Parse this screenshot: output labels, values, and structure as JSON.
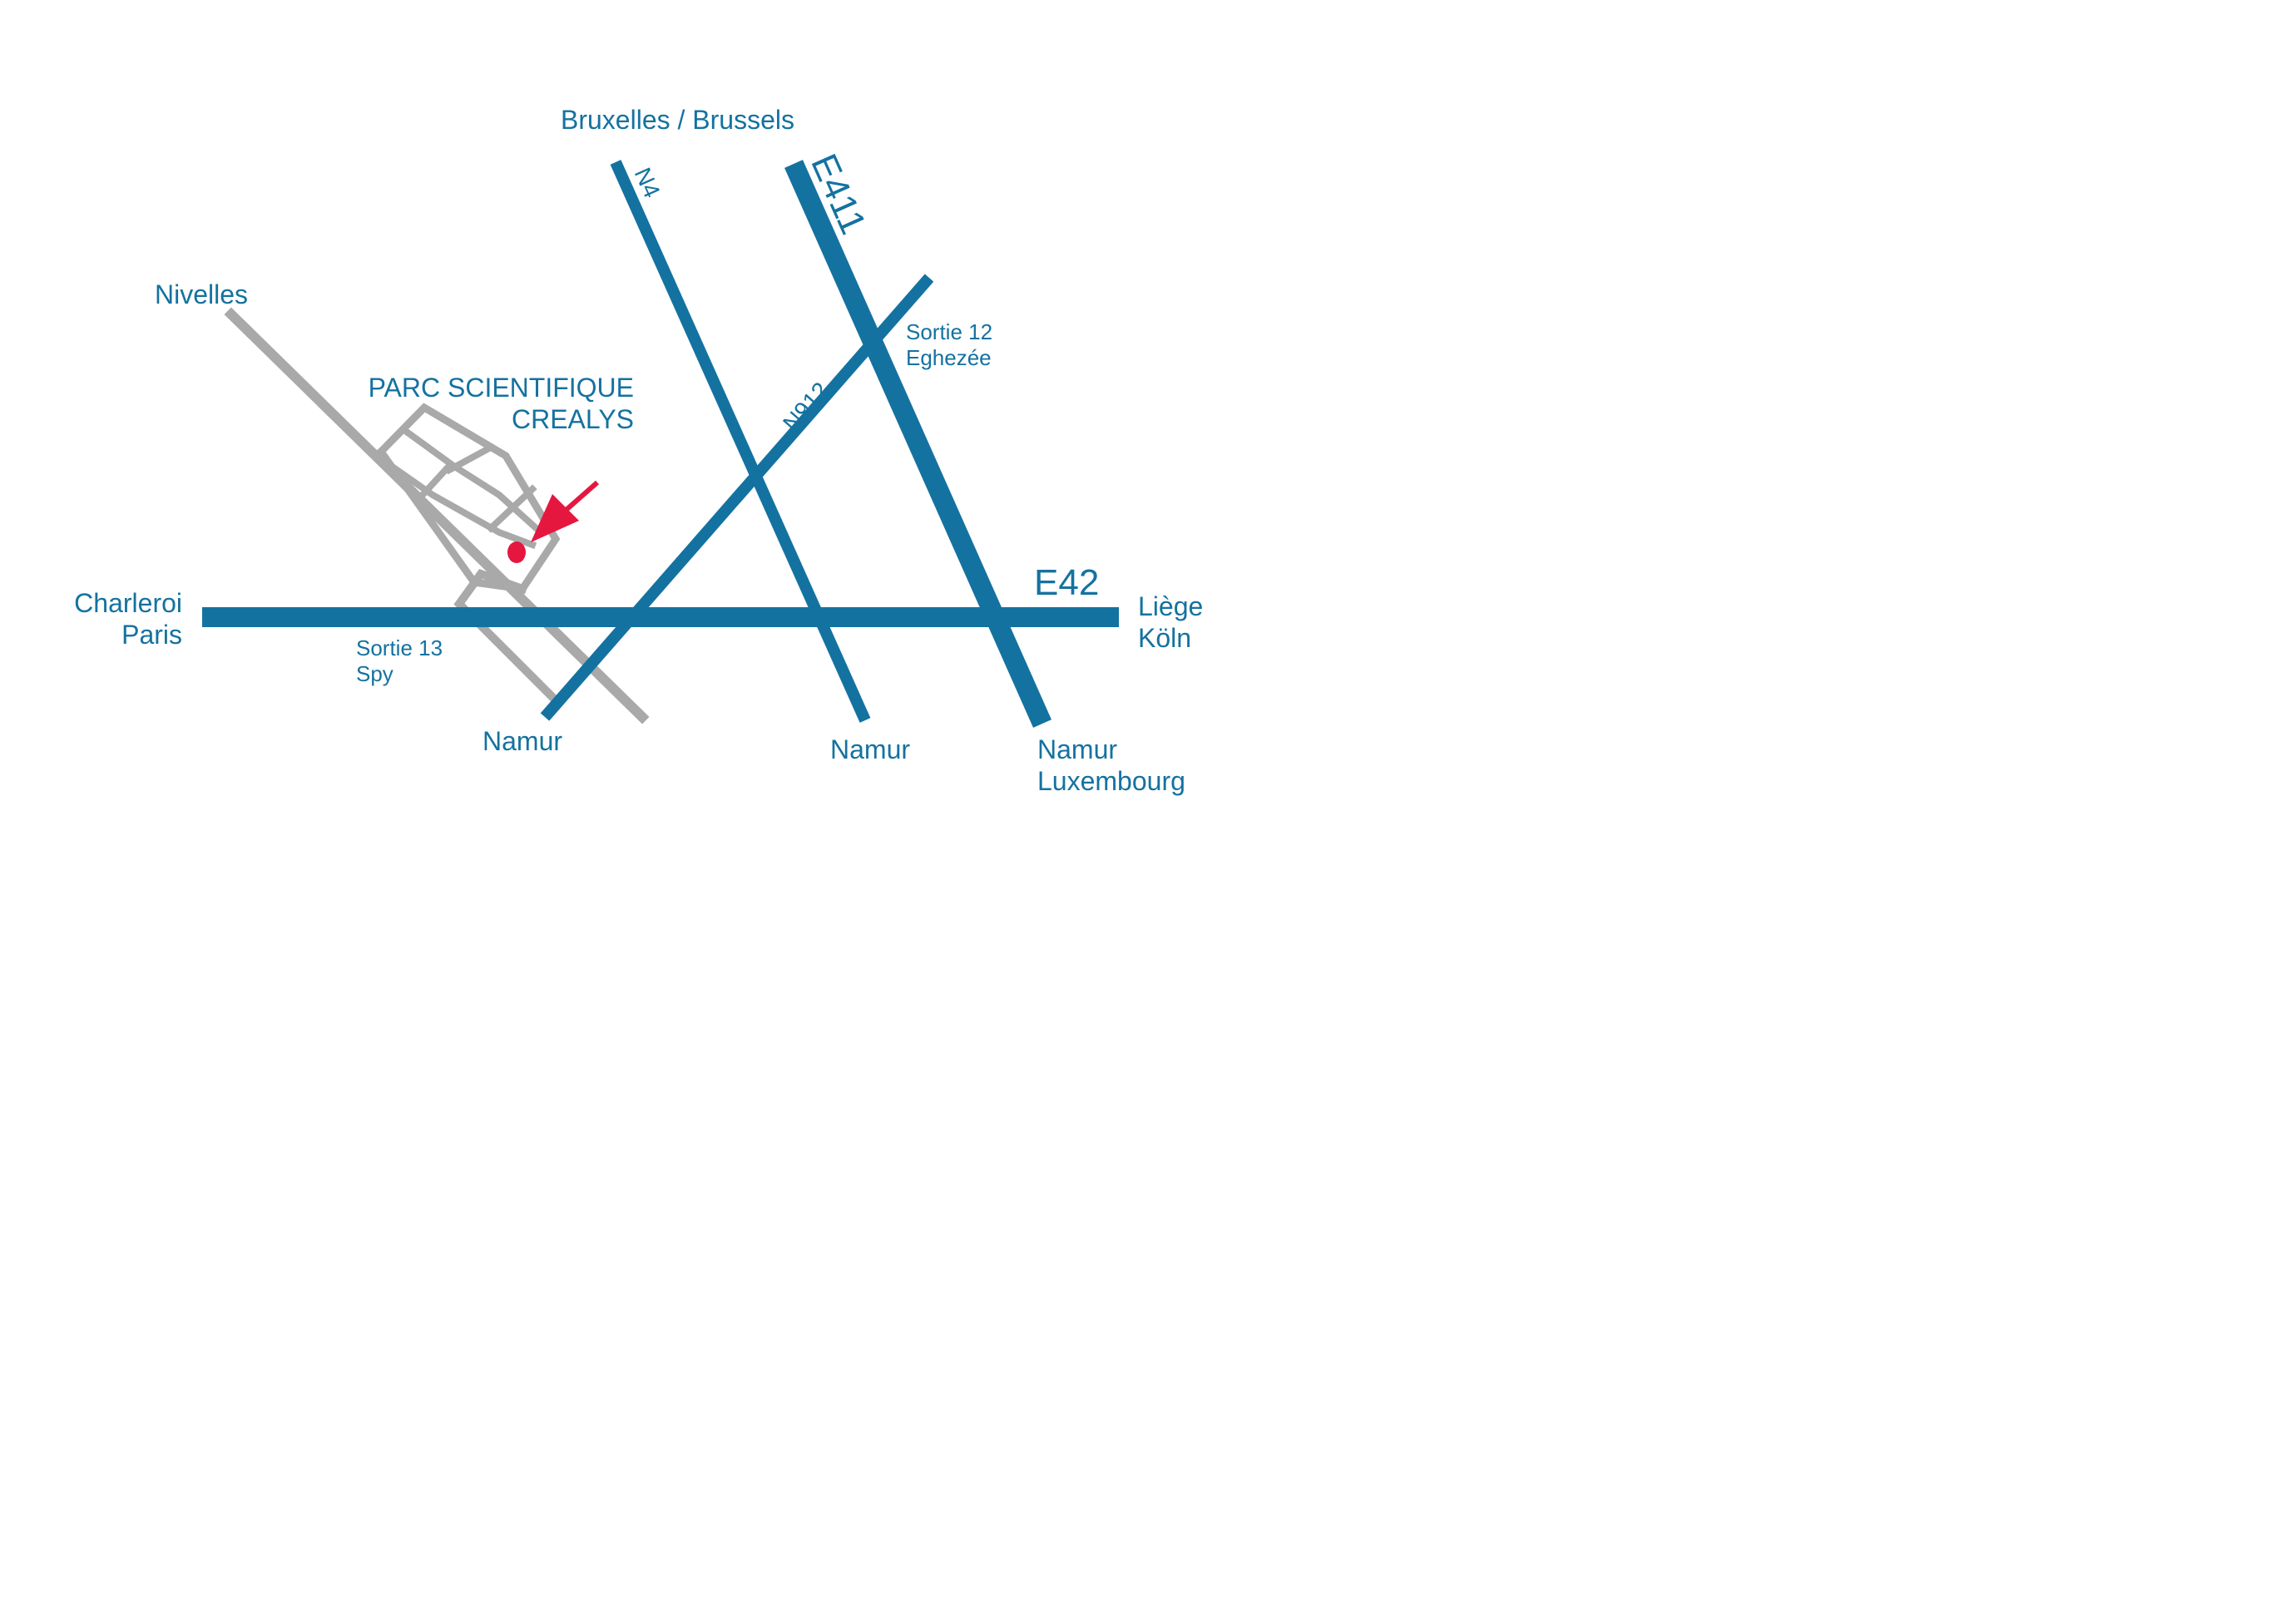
{
  "colors": {
    "highway": "#1472a0",
    "local_roads": "#a9a9a9",
    "marker": "#e5173f",
    "text": "#1472a0"
  },
  "destinations": {
    "north": "Bruxelles / Brussels",
    "northwest": "Nivelles",
    "west_line1": "Charleroi",
    "west_line2": "Paris",
    "east_line1": "Liège",
    "east_line2": "Köln",
    "south_n912": "Namur",
    "south_n4": "Namur",
    "south_e411_line1": "Namur",
    "south_e411_line2": "Luxembourg"
  },
  "roads": {
    "n4": "N4",
    "e411": "E411",
    "n912": "N912",
    "e42": "E42"
  },
  "exits": {
    "exit12_line1": "Sortie 12",
    "exit12_line2": "Eghezée",
    "exit13_line1": "Sortie 13",
    "exit13_line2": "Spy"
  },
  "site": {
    "line1": "PARC SCIENTIFIQUE",
    "line2": "CREALYS"
  },
  "icons": {
    "location_marker": "location-dot-icon",
    "pointer": "red-arrow-icon"
  }
}
